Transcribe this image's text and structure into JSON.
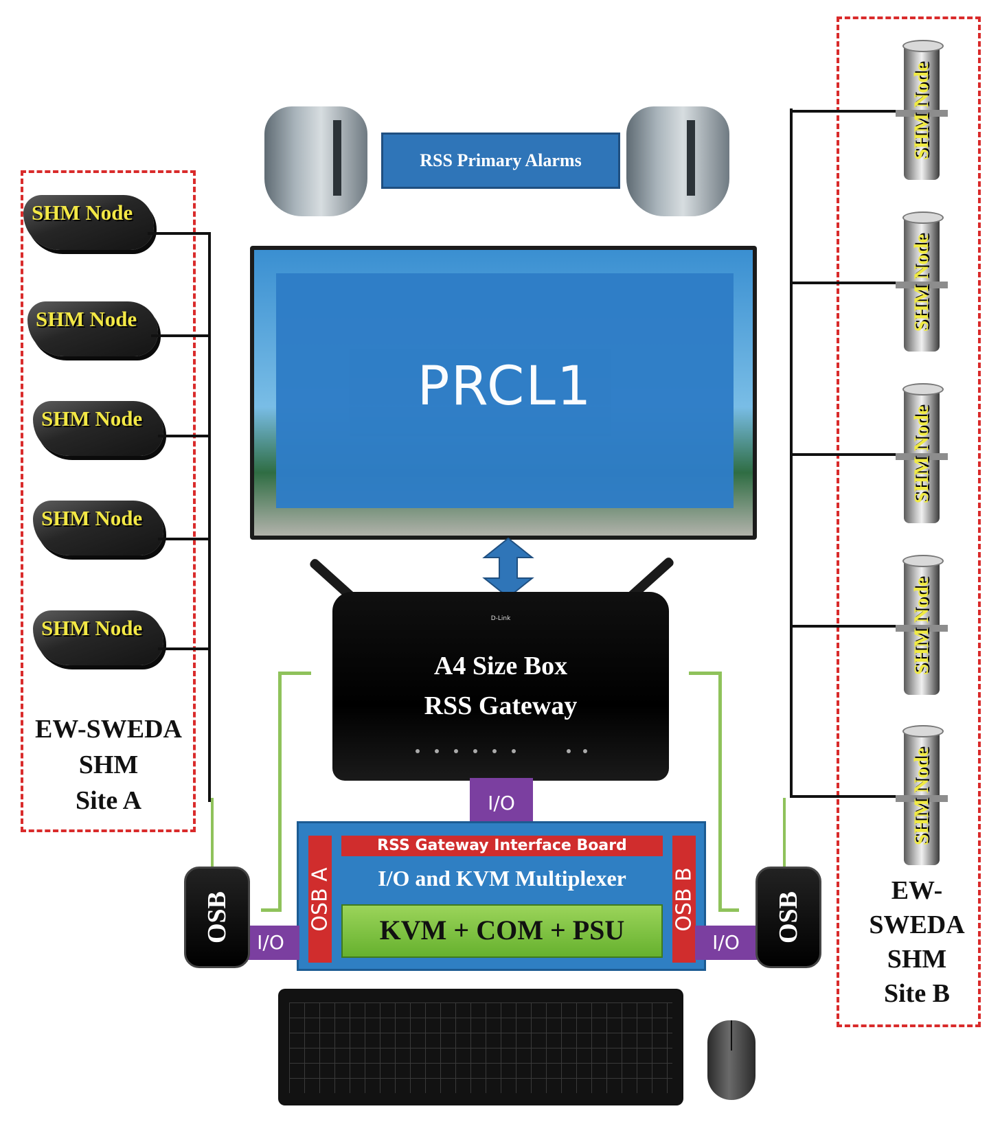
{
  "site_a": {
    "label_line1": "EW-SWEDA",
    "label_line2": "SHM",
    "label_line3": "Site A",
    "nodes": [
      "SHM Node",
      "SHM Node",
      "SHM Node",
      "SHM Node",
      "SHM Node"
    ]
  },
  "site_b": {
    "label_line1": "EW-",
    "label_line2": "SWEDA",
    "label_line3": "SHM",
    "label_line4": "Site B",
    "nodes": [
      "SHM Node",
      "SHM Node",
      "SHM Node",
      "SHM Node",
      "SHM Node"
    ]
  },
  "alarms": {
    "label": "RSS Primary Alarms"
  },
  "monitor": {
    "screen_text": "PRCL1"
  },
  "gateway": {
    "brand": "D-Link",
    "line1": "A4 Size Box",
    "line2": "RSS Gateway"
  },
  "board": {
    "io_top": "I/O",
    "title": "RSS Gateway Interface Board",
    "subtitle": "I/O and KVM Multiplexer",
    "osb_a": "OSB A",
    "osb_b": "OSB B",
    "green_bar": "KVM + COM + PSU",
    "io_left": "I/O",
    "io_right": "I/O"
  },
  "osb_left": "OSB",
  "osb_right": "OSB",
  "colors": {
    "dash_red": "#d92b2b",
    "board_blue": "#2f7fc3",
    "purple": "#7b3fa0",
    "green": "#66b12e",
    "node_yellow": "#f3e845"
  }
}
